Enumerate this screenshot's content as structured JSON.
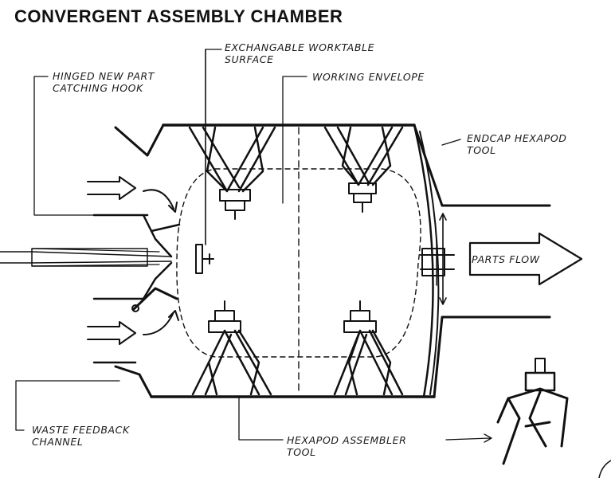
{
  "title": "CONVERGENT ASSEMBLY CHAMBER",
  "labels": {
    "exchangable_worktable": [
      "EXCHANGABLE WORKTABLE",
      "SURFACE"
    ],
    "working_envelope": "WORKING ENVELOPE",
    "hinged_hook": [
      "HINGED NEW PART",
      "CATCHING HOOK"
    ],
    "endcap_hexapod": [
      "ENDCAP HEXAPOD",
      "TOOL"
    ],
    "parts_flow": "PARTS FLOW",
    "waste_feedback": [
      "WASTE FEEDBACK",
      "CHANNEL"
    ],
    "hexapod_assembler": [
      "HEXAPOD ASSEMBLER",
      "TOOL"
    ]
  },
  "colors": {
    "ink": "#111111",
    "paper": "#ffffff"
  }
}
